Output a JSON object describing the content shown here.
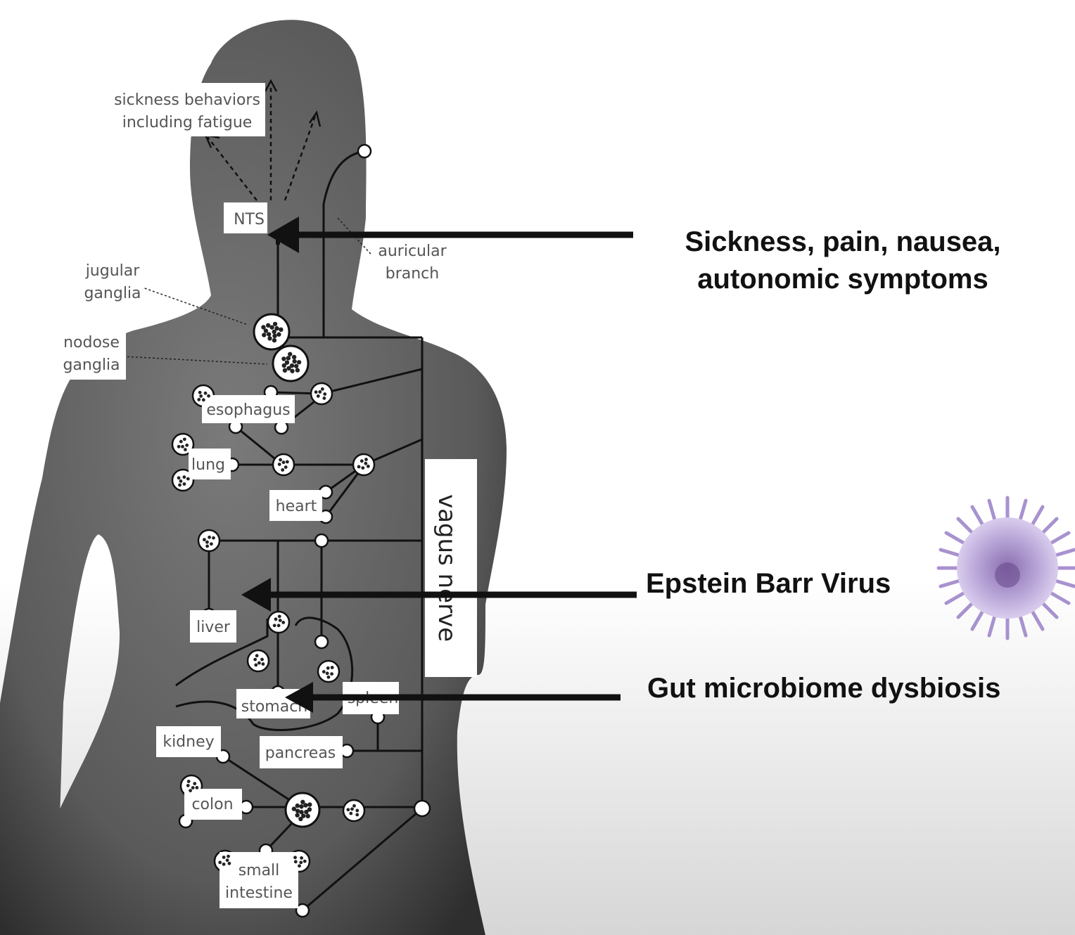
{
  "brain": {
    "sickness_behaviors_line1": "sickness behaviors",
    "sickness_behaviors_line2": "including fatigue",
    "nts": "NTS"
  },
  "ganglia": {
    "jugular_line1": "jugular",
    "jugular_line2": "ganglia",
    "nodose_line1": "nodose",
    "nodose_line2": "ganglia",
    "auricular_line1": "auricular",
    "auricular_line2": "branch"
  },
  "organs": {
    "esophagus": "esophagus",
    "lung": "lung",
    "heart": "heart",
    "liver": "liver",
    "stomach": "stomach",
    "spleen": "spleen",
    "kidney": "kidney",
    "pancreas": "pancreas",
    "colon": "colon",
    "small_intestine_line1": "small",
    "small_intestine_line2": "intestine"
  },
  "vagus_nerve": "vagus nerve",
  "callouts": {
    "sickness_line1": "Sickness, pain, nausea,",
    "sickness_line2": "autonomic symptoms",
    "ebv": "Epstein Barr Virus",
    "gut": "Gut microbiome dysbiosis"
  },
  "colors": {
    "body": "#5c5c5c",
    "arrow": "#111111",
    "virus": "#b9a6d8"
  },
  "icons": {
    "virus": "virus-icon",
    "ganglion": "ganglion-icon"
  }
}
